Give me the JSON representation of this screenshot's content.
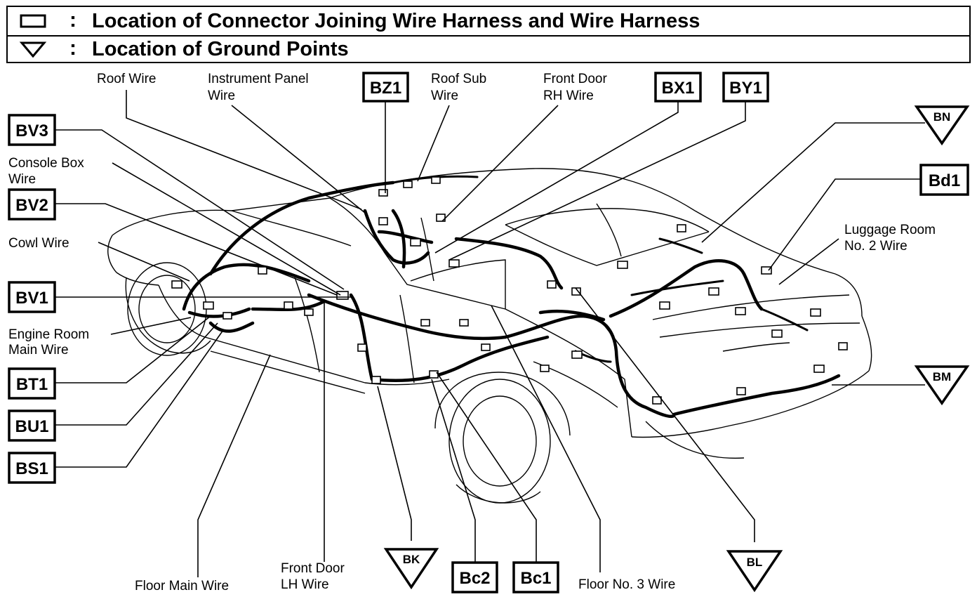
{
  "legend": {
    "connector_symbol": "connector-box-icon",
    "ground_symbol": "ground-triangle-icon",
    "separator": ":",
    "connector_text": "Location of Connector Joining Wire Harness and Wire Harness",
    "ground_text": "Location of Ground Points"
  },
  "wires": {
    "roof_wire": [
      "Roof Wire"
    ],
    "instrument_panel_wire": [
      "Instrument Panel",
      "Wire"
    ],
    "roof_sub_wire": [
      "Roof Sub",
      "Wire"
    ],
    "front_door_rh_wire": [
      "Front Door",
      "RH Wire"
    ],
    "console_box_wire": [
      "Console Box",
      "Wire"
    ],
    "cowl_wire": [
      "Cowl Wire"
    ],
    "engine_room_main_wire": [
      "Engine Room",
      "Main Wire"
    ],
    "luggage_room_no2_wire": [
      "Luggage Room",
      "No. 2 Wire"
    ],
    "floor_main_wire": [
      "Floor Main Wire"
    ],
    "front_door_lh_wire": [
      "Front Door",
      "LH Wire"
    ],
    "floor_no3_wire": [
      "Floor No. 3 Wire"
    ]
  },
  "connectors": {
    "BZ1": "BZ1",
    "BX1": "BX1",
    "BY1": "BY1",
    "BV3": "BV3",
    "BV2": "BV2",
    "BV1": "BV1",
    "BT1": "BT1",
    "BU1": "BU1",
    "BS1": "BS1",
    "Bd1": "Bd1",
    "Bc2": "Bc2",
    "Bc1": "Bc1"
  },
  "grounds": {
    "BN": "BN",
    "BM": "BM",
    "BK": "BK",
    "BL": "BL"
  }
}
